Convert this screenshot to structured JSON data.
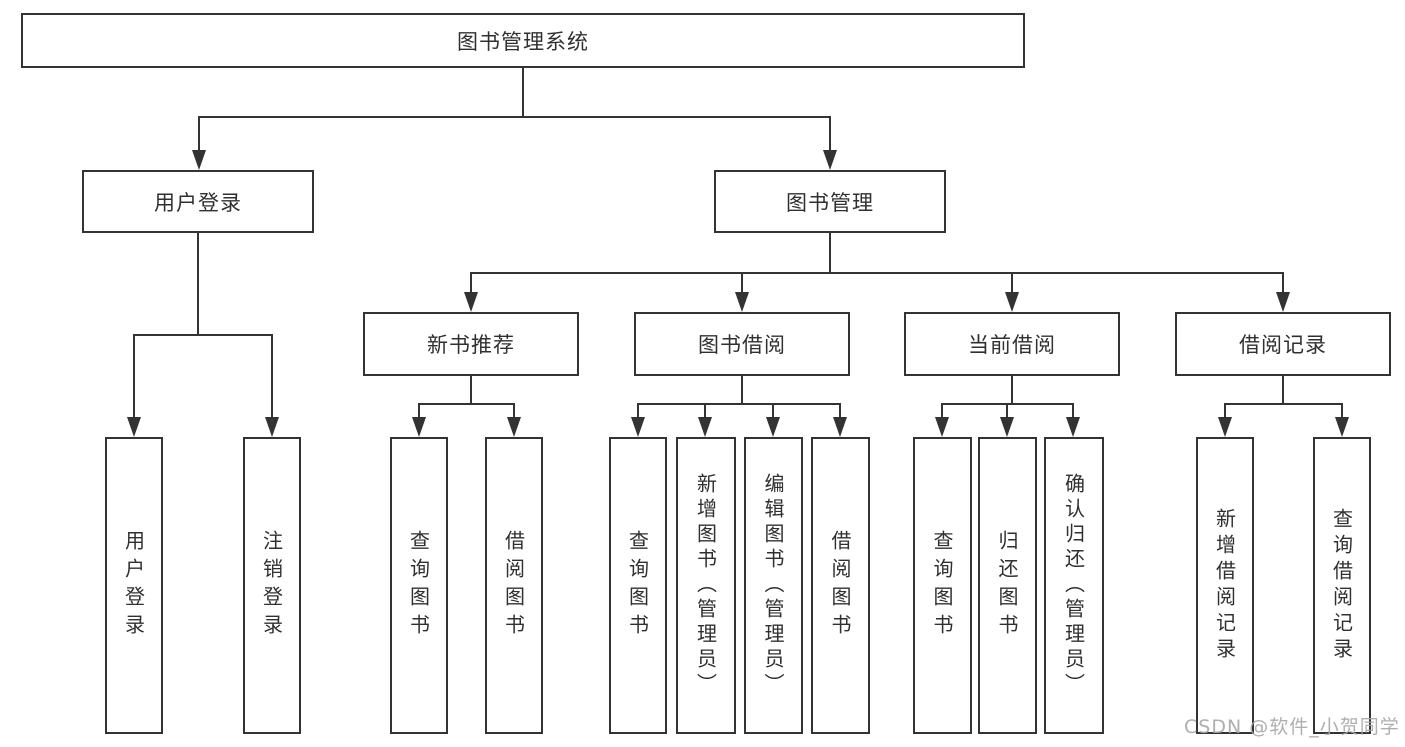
{
  "tree": {
    "root": {
      "label": "图书管理系统"
    },
    "branches": [
      {
        "label": "用户登录",
        "leaves": [
          {
            "label": "用户登录"
          },
          {
            "label": "注销登录"
          }
        ]
      },
      {
        "label": "图书管理",
        "groups": [
          {
            "label": "新书推荐",
            "leaves": [
              {
                "label": "查询图书"
              },
              {
                "label": "借阅图书"
              }
            ]
          },
          {
            "label": "图书借阅",
            "leaves": [
              {
                "label": "查询图书"
              },
              {
                "label": "新增图书（管理员）"
              },
              {
                "label": "编辑图书（管理员）"
              },
              {
                "label": "借阅图书"
              }
            ]
          },
          {
            "label": "当前借阅",
            "leaves": [
              {
                "label": "查询图书"
              },
              {
                "label": "归还图书"
              },
              {
                "label": "确认归还（管理员）"
              }
            ]
          },
          {
            "label": "借阅记录",
            "leaves": [
              {
                "label": "新增借阅记录"
              },
              {
                "label": "查询借阅记录"
              }
            ]
          }
        ]
      }
    ]
  },
  "watermark": {
    "text": "CSDN @软件_小贺同学"
  },
  "colors": {
    "line": "#333333",
    "text": "#303030",
    "background": "#ffffff",
    "watermark": "#a6a6a6"
  }
}
